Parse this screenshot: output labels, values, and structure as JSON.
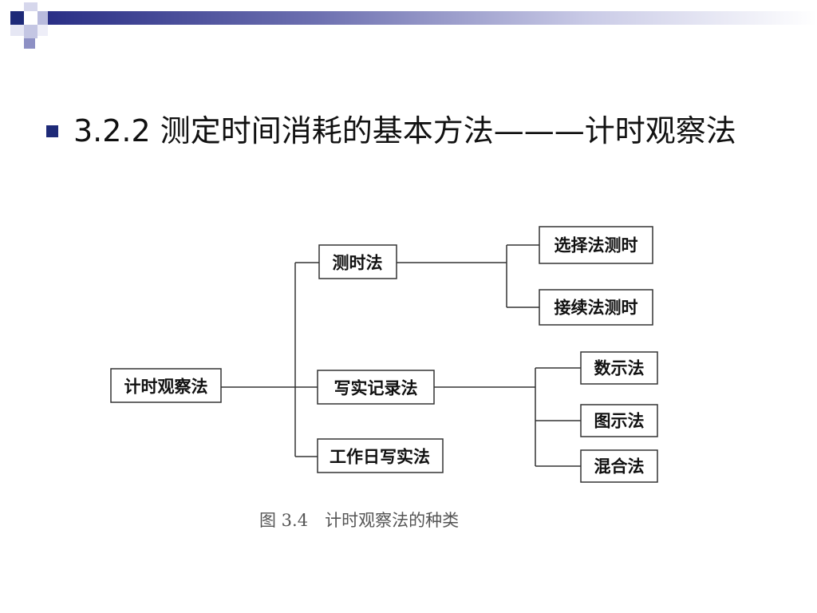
{
  "slide": {
    "heading": "3.2.2 测定时间消耗的基本方法———计时观察法"
  },
  "diagram": {
    "root": "计时观察法",
    "branches": [
      {
        "label": "测时法",
        "children": [
          "选择法测时",
          "接续法测时"
        ]
      },
      {
        "label": "写实记录法",
        "children": [
          "数示法",
          "图示法",
          "混合法"
        ]
      },
      {
        "label": "工作日写实法",
        "children": []
      }
    ],
    "caption": "图 3.4　计时观察法的种类"
  },
  "theme": {
    "accent": "#2a2f86",
    "bullet": "#1e2a78"
  }
}
